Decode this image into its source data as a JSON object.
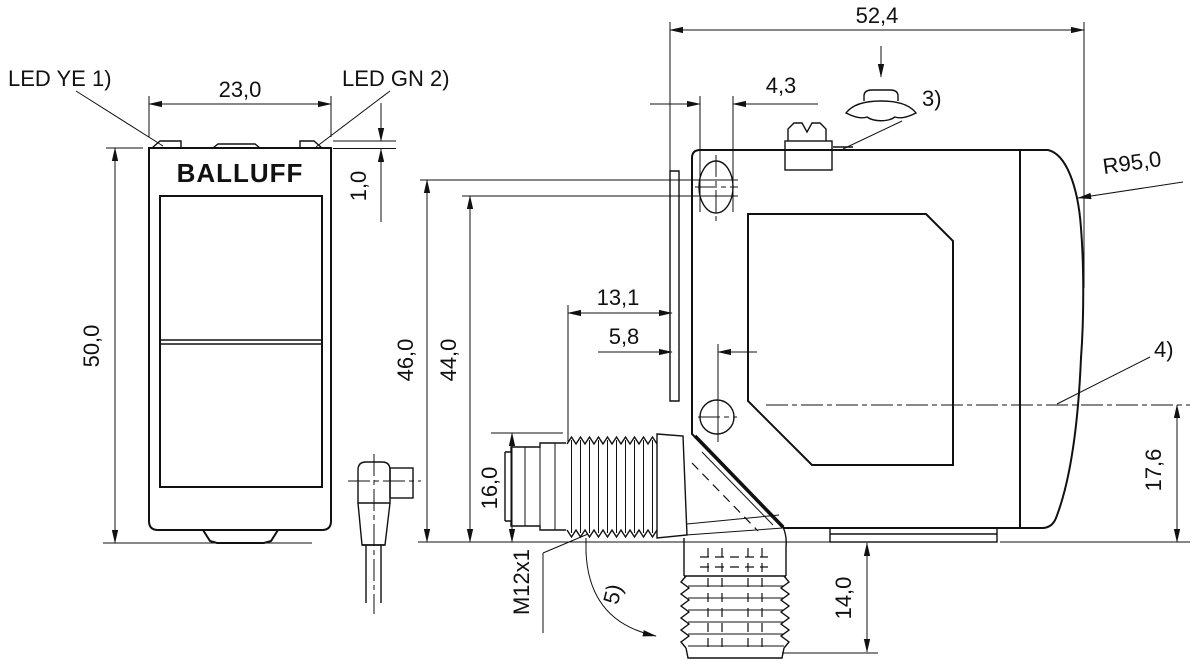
{
  "front_view": {
    "brand_logo": "BALLUFF",
    "led_yellow_label": "LED YE 1)",
    "led_green_label": "LED GN 2)",
    "width_dim": "23,0",
    "height_dim": "50,0",
    "led_window_height_dim": "1,0"
  },
  "side_view": {
    "overall_depth_dim": "52,4",
    "slot_width_dim": "4,3",
    "teach_button_note": "3)",
    "front_radius_dim": "R95,0",
    "slot_top_height_dim": "46,0",
    "slot_bottom_height_dim": "44,0",
    "connector_offset_dim": "13,1",
    "hole_offset_dim": "5,8",
    "connector_center_height_dim": "16,0",
    "thread_label": "M12x1",
    "rotatable_connector_note": "5)",
    "optical_axis_note": "4)",
    "optical_axis_height_dim": "17,6",
    "connector_protrusion_dim": "14,0"
  }
}
